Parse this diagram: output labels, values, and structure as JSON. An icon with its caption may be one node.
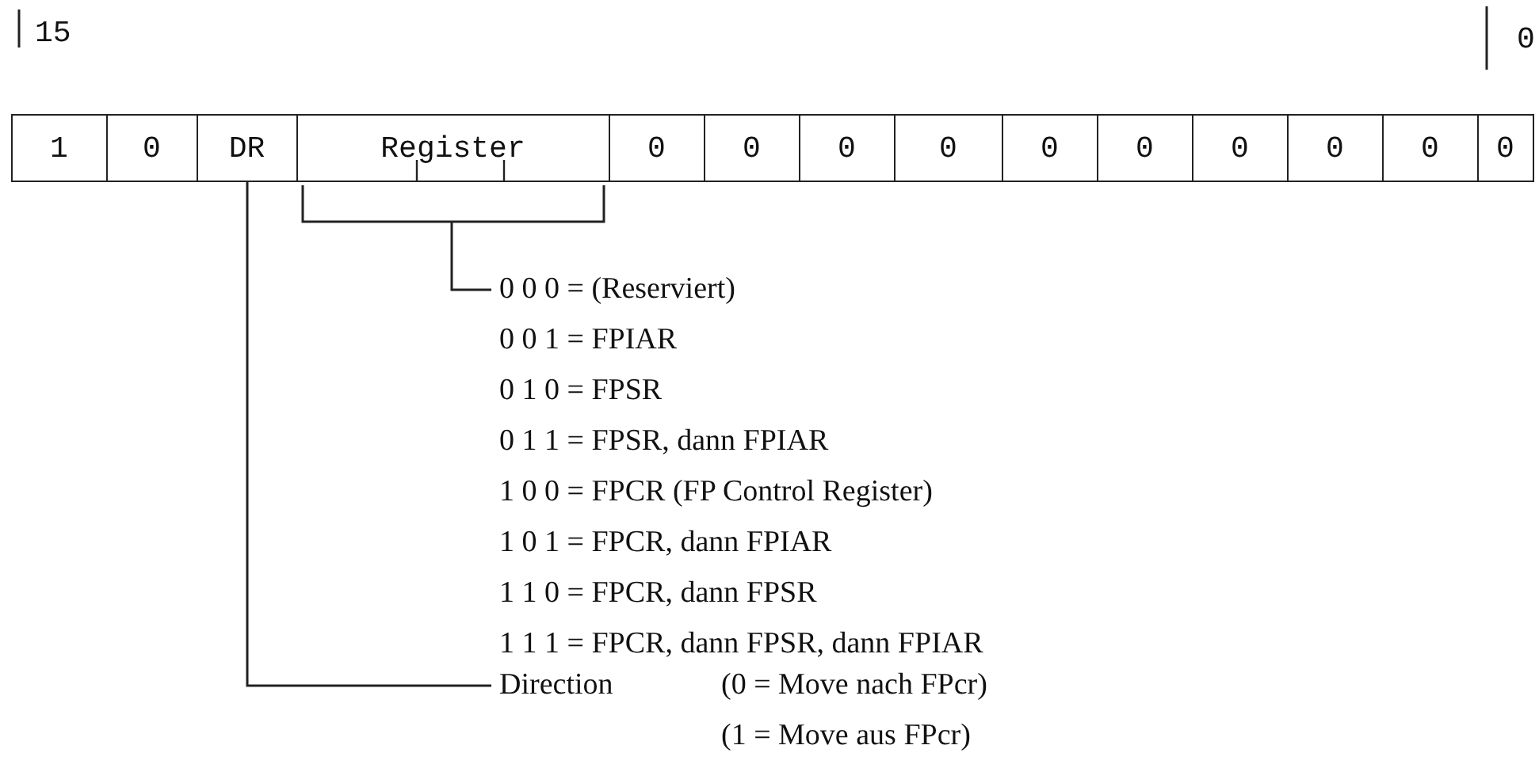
{
  "diagram": {
    "nodes": [
      {
        "text": [
          "1"
        ]
      },
      {
        "text": [
          "0"
        ]
      },
      {
        "text": [
          "DR"
        ]
      },
      {
        "text": [
          "Register"
        ]
      },
      {
        "text": [
          "0"
        ]
      },
      {
        "text": [
          "0"
        ]
      },
      {
        "text": [
          "0"
        ]
      },
      {
        "text": [
          "0"
        ]
      },
      {
        "text": [
          "0"
        ]
      },
      {
        "text": [
          "0"
        ]
      },
      {
        "text": [
          "0"
        ]
      },
      {
        "text": [
          "0"
        ]
      },
      {
        "text": [
          "0"
        ]
      },
      {
        "text": [
          "0"
        ]
      },
      {
        "text": [
          "0 0 0 = (Reserviert)",
          "0 0 1 = FPIAR",
          "0 1 0 = FPSR",
          "0 1 1 = FPSR, dann FPIAR",
          "1 0 0 = FPCR (FP Control Register)",
          "1 0 1 = FPCR, dann FPIAR",
          "1 1 0 = FPCR, dann FPSR",
          "1 1 1 = FPCR, dann FPSR, dann FPIAR"
        ]
      },
      {
        "text": [
          "Direction",
          "(0 = Move nach FPcr)",
          "(1 = Move aus FPcr)"
        ]
      }
    ],
    "edges": [
      {
        "from": 3,
        "to": 14,
        "arrow": "none"
      },
      {
        "from": 2,
        "to": 15,
        "arrow": "none"
      }
    ],
    "labels": [
      "15",
      "0"
    ]
  }
}
